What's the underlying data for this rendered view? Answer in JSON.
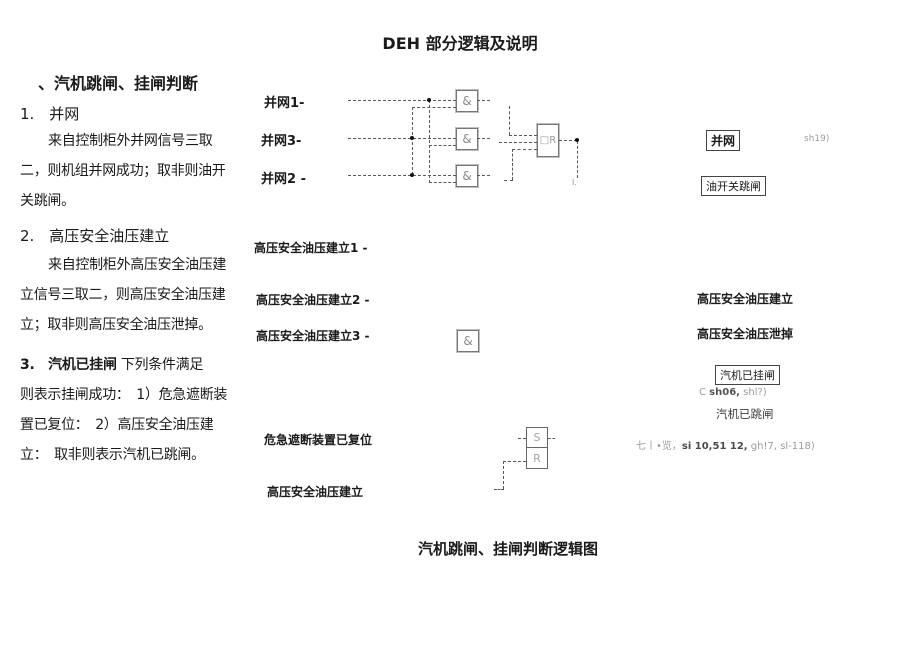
{
  "page": {
    "title": "DEH 部分逻辑及说明",
    "caption": "汽机跳闸、挂闸判断逻辑图"
  },
  "left_column": {
    "heading": "、汽机跳闸、挂闸判断",
    "section1": {
      "title": "1.　并网",
      "body": "来自控制柜外并网信号三取\n二，则机组并网成功；取非则油开\n关跳闸。"
    },
    "section2": {
      "title": "2.　高压安全油压建立",
      "body": "来自控制柜外高压安全油压建\n立信号三取二，则高压安全油压建\n立；取非则高压安全油压泄掉。"
    },
    "section3": {
      "title": "3.　汽机已挂闸",
      "body": " 下列条件满足\n则表示挂闸成功：　1）危急遮断装\n置已复位：　2）高压安全油压建\n立：　取非则表示汽机已跳闸。"
    }
  },
  "diagram": {
    "inputs_top": {
      "i1": "并网1-",
      "i2": "并网3-",
      "i3": "并网2 -"
    },
    "inputs_mid": {
      "i1": "高压安全油压建立1 -",
      "i2": "高压安全油压建立2 -",
      "i3": "高压安全油压建立3 -"
    },
    "inputs_bottom": {
      "i1": "危急遮断装置已复位",
      "i2": "高压安全油压建立"
    },
    "gates": {
      "and": "&",
      "or": "□R",
      "s": "S",
      "r": "R"
    },
    "outputs": {
      "grid_box": "并网",
      "sh19": "sh19)",
      "oil_switch_box": "油开关跳闸",
      "oil_built": "高压安全油压建立",
      "oil_released": "高压安全油压泄掉",
      "latched_box": "汽机已挂闸",
      "note1_gray1": "C ",
      "note1_dark": "sh06,",
      "note1_gray2": " shl?)",
      "tripped": "汽机已跳闸",
      "note2_gray1": "七丨•览，",
      "note2_dark": "si 10,51 12,",
      "note2_gray2": " gh!7, sl-118)",
      "end_mark": "I."
    }
  }
}
